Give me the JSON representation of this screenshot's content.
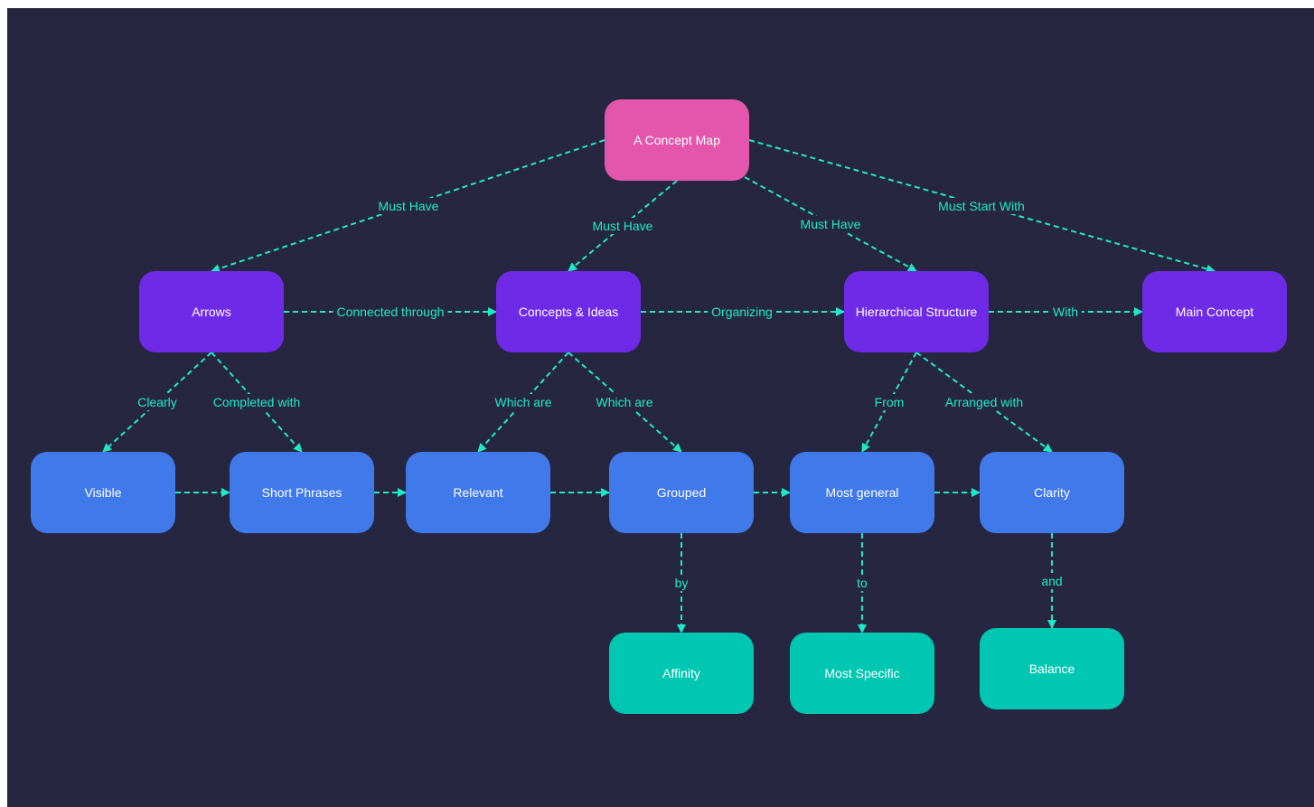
{
  "colors": {
    "background": "#272640",
    "root": "#e456ac",
    "level1": "#6f2ae8",
    "level2": "#4079ea",
    "level3": "#00c7b1",
    "connector": "#1de9c9"
  },
  "nodes": [
    {
      "id": "a-concept-map",
      "label": "A Concept Map",
      "level": "root"
    },
    {
      "id": "arrows",
      "label": "Arrows",
      "level": "level1"
    },
    {
      "id": "concepts-ideas",
      "label": "Concepts & Ideas",
      "level": "level1"
    },
    {
      "id": "hierarchical-structure",
      "label": "Hierarchical Structure",
      "level": "level1"
    },
    {
      "id": "main-concept",
      "label": "Main Concept",
      "level": "level1"
    },
    {
      "id": "visible",
      "label": "Visible",
      "level": "level2"
    },
    {
      "id": "short-phrases",
      "label": "Short Phrases",
      "level": "level2"
    },
    {
      "id": "relevant",
      "label": "Relevant",
      "level": "level2"
    },
    {
      "id": "grouped",
      "label": "Grouped",
      "level": "level2"
    },
    {
      "id": "most-general",
      "label": "Most general",
      "level": "level2"
    },
    {
      "id": "clarity",
      "label": "Clarity",
      "level": "level2"
    },
    {
      "id": "affinity",
      "label": "Affinity",
      "level": "level3"
    },
    {
      "id": "most-specific",
      "label": "Most Specific",
      "level": "level3"
    },
    {
      "id": "balance",
      "label": "Balance",
      "level": "level3"
    }
  ],
  "edges": [
    {
      "from": "a-concept-map",
      "to": "arrows",
      "label": "Must Have"
    },
    {
      "from": "a-concept-map",
      "to": "concepts-ideas",
      "label": "Must Have"
    },
    {
      "from": "a-concept-map",
      "to": "hierarchical-structure",
      "label": "Must Have"
    },
    {
      "from": "a-concept-map",
      "to": "main-concept",
      "label": "Must Start With"
    },
    {
      "from": "arrows",
      "to": "concepts-ideas",
      "label": "Connected through"
    },
    {
      "from": "concepts-ideas",
      "to": "hierarchical-structure",
      "label": "Organizing"
    },
    {
      "from": "hierarchical-structure",
      "to": "main-concept",
      "label": "With"
    },
    {
      "from": "arrows",
      "to": "visible",
      "label": "Clearly"
    },
    {
      "from": "arrows",
      "to": "short-phrases",
      "label": "Completed with"
    },
    {
      "from": "concepts-ideas",
      "to": "relevant",
      "label": "Which are"
    },
    {
      "from": "concepts-ideas",
      "to": "grouped",
      "label": "Which are"
    },
    {
      "from": "hierarchical-structure",
      "to": "most-general",
      "label": "From"
    },
    {
      "from": "hierarchical-structure",
      "to": "clarity",
      "label": "Arranged with"
    },
    {
      "from": "visible",
      "to": "short-phrases",
      "label": ""
    },
    {
      "from": "short-phrases",
      "to": "relevant",
      "label": ""
    },
    {
      "from": "relevant",
      "to": "grouped",
      "label": ""
    },
    {
      "from": "grouped",
      "to": "most-general",
      "label": ""
    },
    {
      "from": "most-general",
      "to": "clarity",
      "label": ""
    },
    {
      "from": "grouped",
      "to": "affinity",
      "label": "by"
    },
    {
      "from": "most-general",
      "to": "most-specific",
      "label": "to"
    },
    {
      "from": "clarity",
      "to": "balance",
      "label": "and"
    }
  ]
}
